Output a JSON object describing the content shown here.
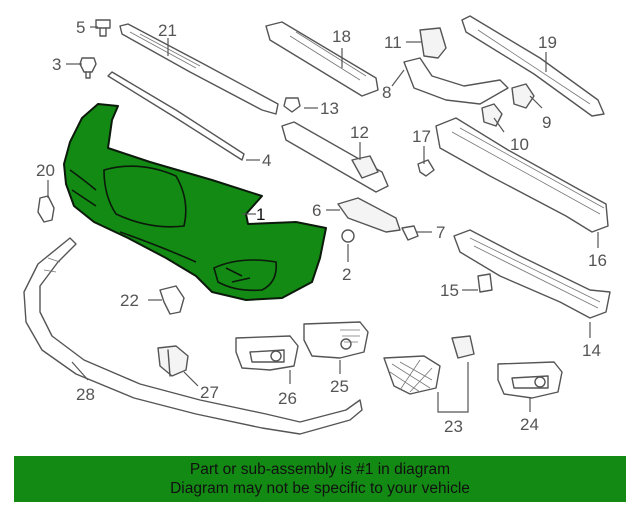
{
  "diagram": {
    "highlight_color": "#138a13",
    "labels": {
      "p1": "1",
      "p2": "2",
      "p3": "3",
      "p4": "4",
      "p5": "5",
      "p6": "6",
      "p7": "7",
      "p8": "8",
      "p9": "9",
      "p10": "10",
      "p11": "11",
      "p12": "12",
      "p13": "13",
      "p14": "14",
      "p15": "15",
      "p16": "16",
      "p17": "17",
      "p18": "18",
      "p19": "19",
      "p20": "20",
      "p21": "21",
      "p22": "22",
      "p23": "23",
      "p24": "24",
      "p25": "25",
      "p26": "26",
      "p27": "27",
      "p28": "28"
    }
  },
  "banner": {
    "line1": "Part or sub-assembly is #1 in diagram",
    "line2": "Diagram may not be specific to your vehicle"
  }
}
